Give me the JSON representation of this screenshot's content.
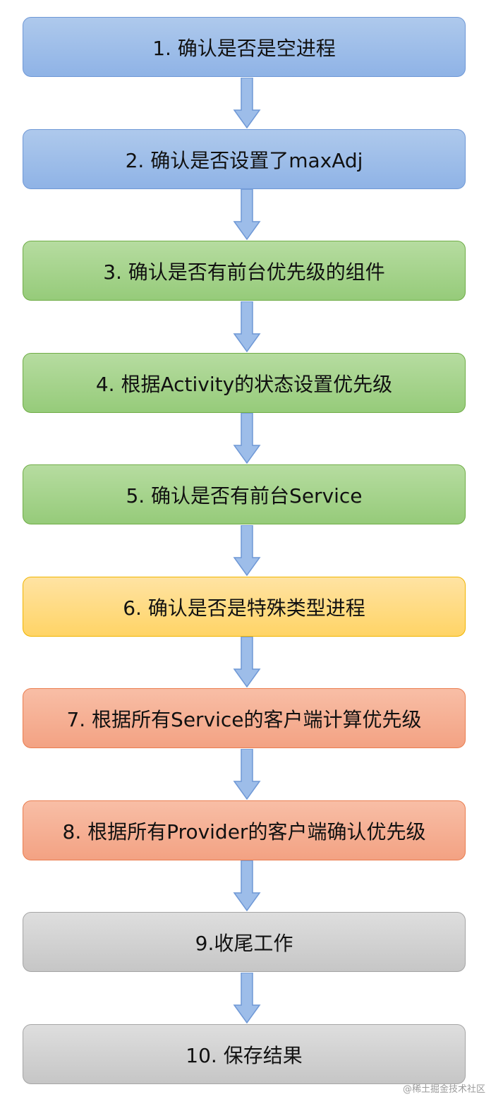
{
  "steps": [
    {
      "label": "1. 确认是否是空进程",
      "color": "blue"
    },
    {
      "label": "2. 确认是否设置了maxAdj",
      "color": "blue"
    },
    {
      "label": "3. 确认是否有前台优先级的组件",
      "color": "green"
    },
    {
      "label": "4. 根据Activity的状态设置优先级",
      "color": "green"
    },
    {
      "label": "5. 确认是否有前台Service",
      "color": "green"
    },
    {
      "label": "6. 确认是否是特殊类型进程",
      "color": "yellow"
    },
    {
      "label": "7. 根据所有Service的客户端计算优先级",
      "color": "orange"
    },
    {
      "label": "8. 根据所有Provider的客户端确认优先级",
      "color": "orange"
    },
    {
      "label": "9.收尾工作",
      "color": "gray"
    },
    {
      "label": "10. 保存结果",
      "color": "gray"
    }
  ],
  "watermark": "@稀土掘金技术社区"
}
